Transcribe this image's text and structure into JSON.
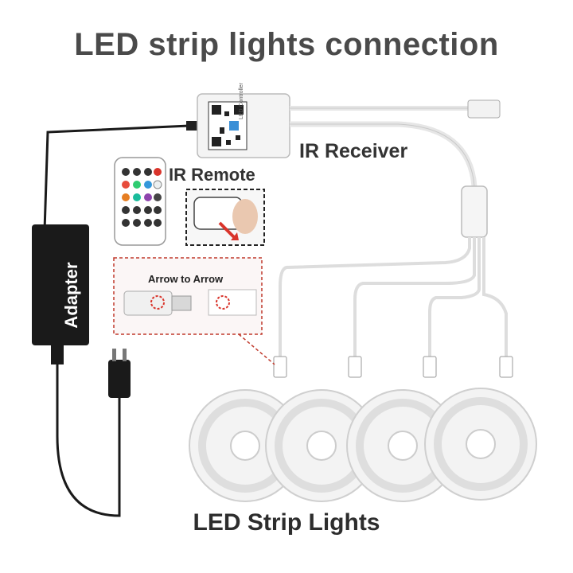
{
  "title": "LED strip lights connection",
  "labels": {
    "ir_receiver": "IR Receiver",
    "ir_remote": "IR Remote",
    "arrow_to_arrow": "Arrow to  Arrow",
    "adapter": "Adapter",
    "led_strip_lights": "LED Strip Lights"
  },
  "controller_text": "LED Controller",
  "colors": {
    "adapter": "#1a1a1a",
    "cable": "#eeeeee",
    "callout_border": "#c0392b",
    "title": "#4a4a4a"
  }
}
